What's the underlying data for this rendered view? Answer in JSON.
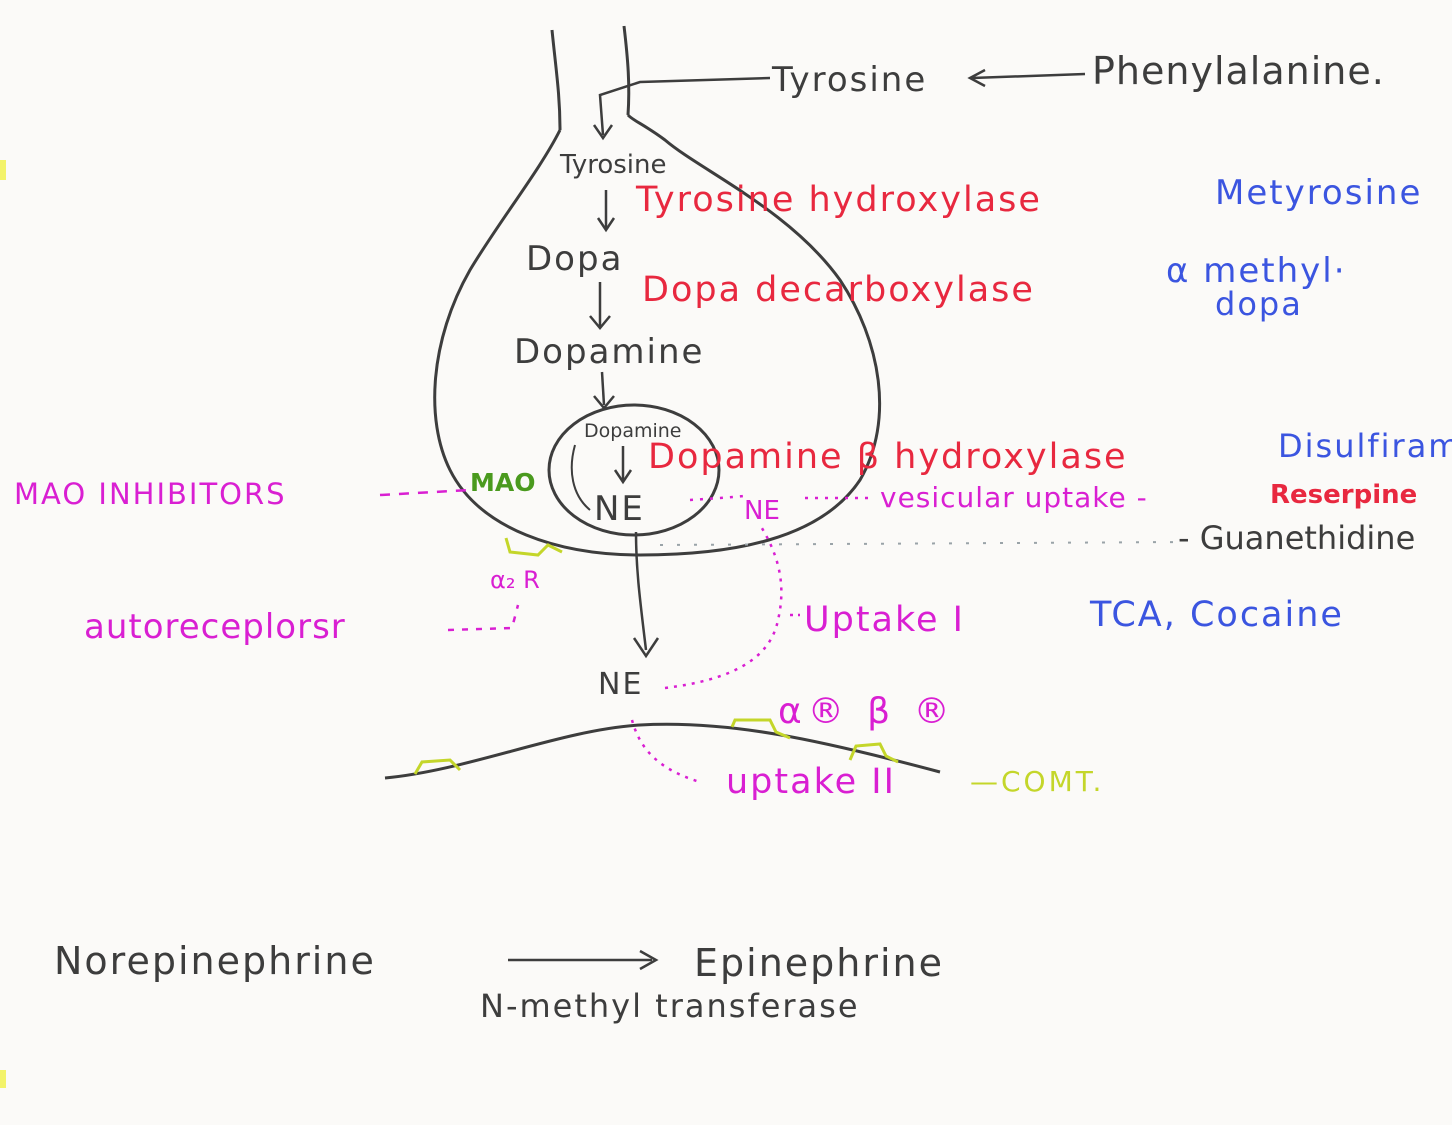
{
  "colors": {
    "ink": "#3d3d3d",
    "red": "#e8283f",
    "blue": "#3b55e0",
    "magenta": "#d91fd2",
    "green": "#4a9a1e",
    "yellow_green": "#c4d62a",
    "paper": "#fbfaf8"
  },
  "labels": {
    "tyrosine_top": "Tyrosine",
    "phenylalanine": "Phenylalanine.",
    "tyrosine_inner": "Tyrosine",
    "tyrosine_hydroxylase": "Tyrosine hydroxylase",
    "metyrosine": "Metyrosine",
    "dopa": "Dopa",
    "dopa_decarboxylase": "Dopa decarboxylase",
    "alpha_methyl": "α methyl·",
    "dopa_blue": "dopa",
    "dopamine": "Dopamine",
    "dopamine_vesicle": "Dopamine",
    "dopamine_beta_hydroxylase": "Dopamine β hydroxylase",
    "disulfiram": "Disulfiram",
    "mao_inhibitors": "MAO INHIBITORS",
    "mao": "MAO",
    "ne_vesicle": "NE",
    "ne_right": "NE",
    "vesicular_uptake": "vesicular uptake -",
    "reserpine": "Reserpine",
    "guanethidine": "- Guanethidine",
    "alpha2_r": "α₂ R",
    "autoreceptors": "autoreceplorsr",
    "uptake_1": "Uptake I",
    "tca_cocaine": "TCA, Cocaine",
    "ne_cleft": "NE",
    "alpha_beta_receptors": "α® β ®",
    "uptake_2": "uptake II",
    "comt": "—COMT.",
    "norepinephrine": "Norepinephrine",
    "epinephrine": "Epinephrine",
    "n_methyl_transferase": "N-methyl transferase"
  }
}
